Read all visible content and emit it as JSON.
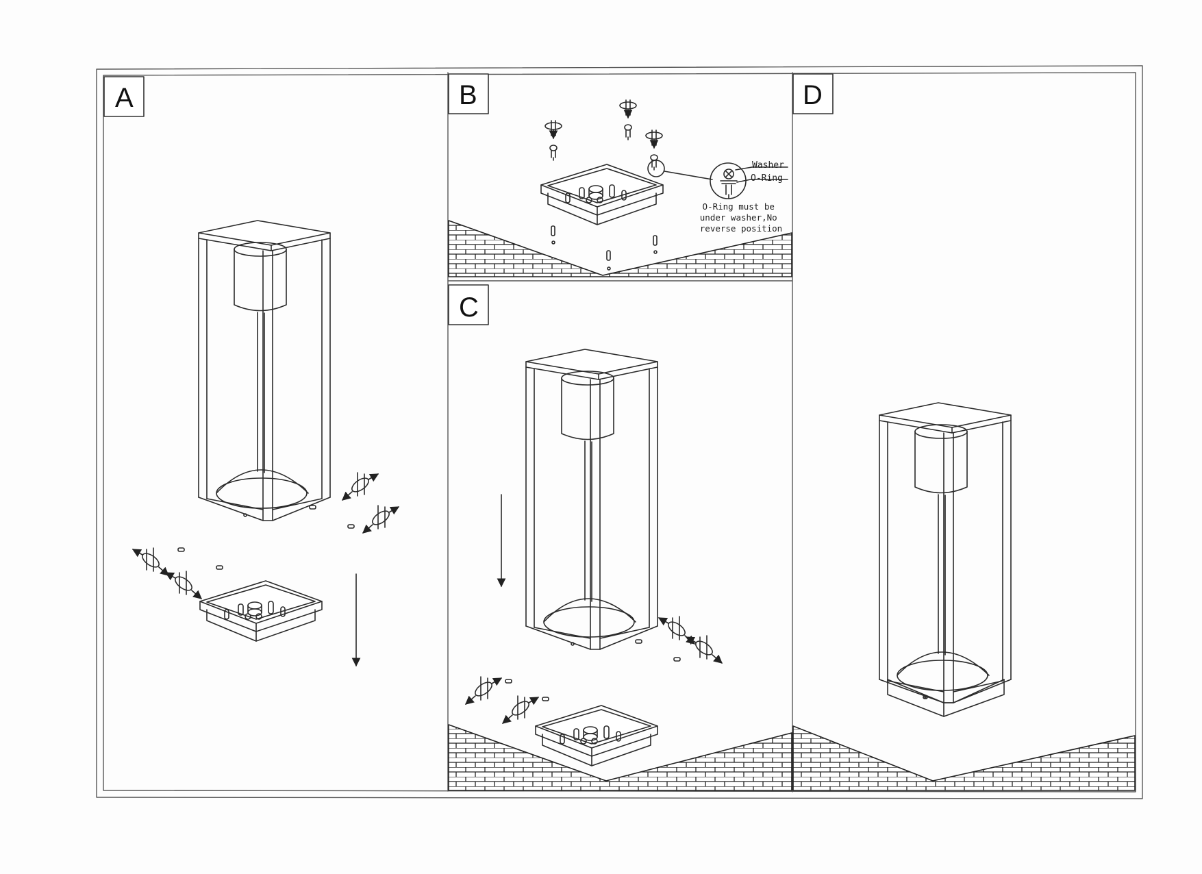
{
  "panels": {
    "a": {
      "label": "A"
    },
    "b": {
      "label": "B"
    },
    "c": {
      "label": "C"
    },
    "d": {
      "label": "D"
    }
  },
  "detail": {
    "washer_label": "Washer",
    "oring_label": "O-Ring",
    "note_lines": [
      "O-Ring must be",
      "under washer,No",
      "reverse position"
    ]
  }
}
